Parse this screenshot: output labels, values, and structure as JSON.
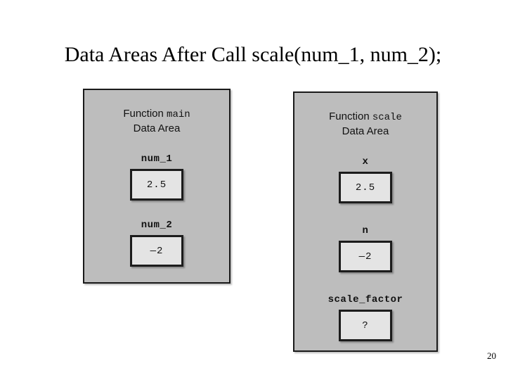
{
  "slide": {
    "title": "Data Areas After Call scale(num_1, num_2);",
    "page_number": "20",
    "colors": {
      "panel_background": "#bdbdbd",
      "panel_border": "#1a1a1a",
      "cell_background": "#e4e4e4",
      "cell_border": "#1c1c1c",
      "text": "#111111",
      "slide_background": "#ffffff"
    }
  },
  "panels": [
    {
      "id": "main",
      "header": {
        "word": "Function",
        "function_name": "main",
        "subtitle": "Data Area"
      },
      "variables": [
        {
          "label": "num_1",
          "value": "2.5"
        },
        {
          "label": "num_2",
          "value": "—2"
        }
      ]
    },
    {
      "id": "scale",
      "header": {
        "word": "Function",
        "function_name": "scale",
        "subtitle": "Data Area"
      },
      "variables": [
        {
          "label": "x",
          "value": "2.5"
        },
        {
          "label": "n",
          "value": "—2"
        },
        {
          "label": "scale_factor",
          "value": "?"
        }
      ]
    }
  ]
}
